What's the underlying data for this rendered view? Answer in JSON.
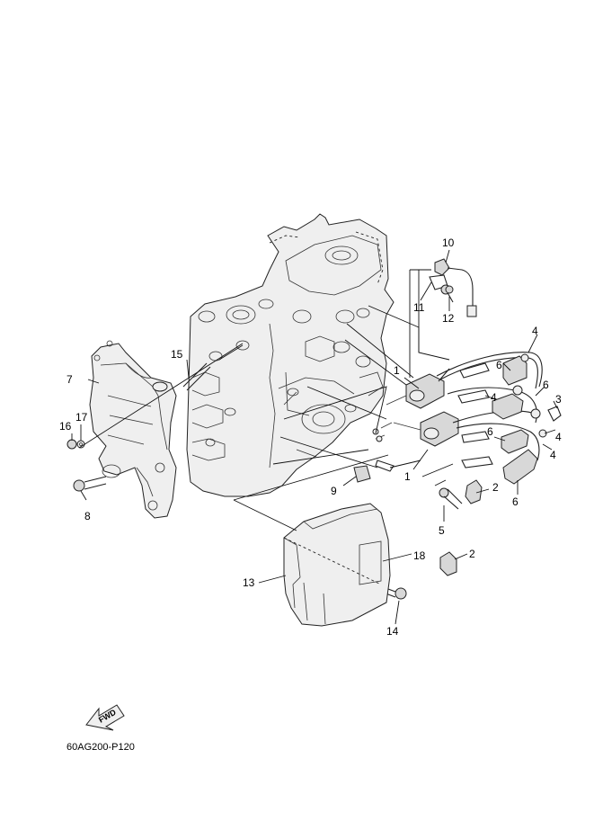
{
  "callouts": [
    {
      "id": "1a",
      "label": "1"
    },
    {
      "id": "1b",
      "label": "1"
    },
    {
      "id": "2a",
      "label": "2"
    },
    {
      "id": "2b",
      "label": "2"
    },
    {
      "id": "3",
      "label": "3"
    },
    {
      "id": "4a",
      "label": "4"
    },
    {
      "id": "4b",
      "label": "4"
    },
    {
      "id": "4c",
      "label": "4"
    },
    {
      "id": "4d",
      "label": "4"
    },
    {
      "id": "5",
      "label": "5"
    },
    {
      "id": "6a",
      "label": "6"
    },
    {
      "id": "6b",
      "label": "6"
    },
    {
      "id": "6c",
      "label": "6"
    },
    {
      "id": "6d",
      "label": "6"
    },
    {
      "id": "7",
      "label": "7"
    },
    {
      "id": "8",
      "label": "8"
    },
    {
      "id": "9",
      "label": "9"
    },
    {
      "id": "10",
      "label": "10"
    },
    {
      "id": "11",
      "label": "11"
    },
    {
      "id": "12",
      "label": "12"
    },
    {
      "id": "13",
      "label": "13"
    },
    {
      "id": "14",
      "label": "14"
    },
    {
      "id": "15",
      "label": "15"
    },
    {
      "id": "16",
      "label": "16"
    },
    {
      "id": "17",
      "label": "17"
    },
    {
      "id": "18",
      "label": "18"
    }
  ],
  "fwd_label": "FWD",
  "diagram_code": "60AG200-P120"
}
